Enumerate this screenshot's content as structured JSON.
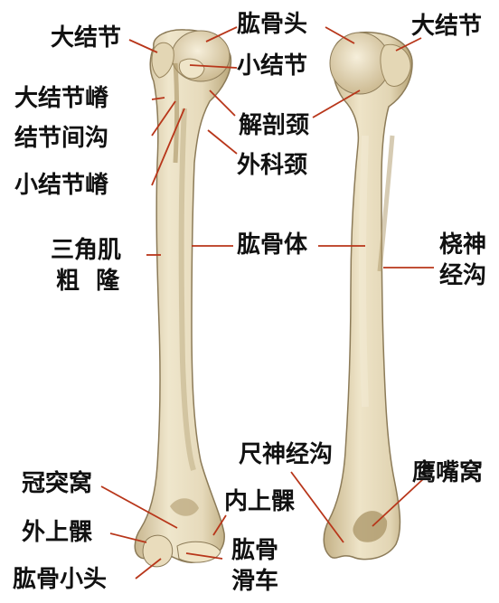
{
  "labels": {
    "greater_tubercle_left": "大结节",
    "head_of_humerus": "肱骨头",
    "greater_tubercle_right": "大结节",
    "lesser_tubercle": "小结节",
    "crest_greater_tubercle": "大结节嵴",
    "intertubercular_groove": "结节间沟",
    "anatomical_neck": "解剖颈",
    "surgical_neck": "外科颈",
    "crest_lesser_tubercle": "小结节嵴",
    "deltoid_tuberosity_line1": "三角肌",
    "deltoid_tuberosity_line2": "粗  隆",
    "body_of_humerus": "肱骨体",
    "radial_groove_line1": "桡神",
    "radial_groove_line2": "经沟",
    "ulnar_groove": "尺神经沟",
    "olecranon_fossa": "鹰嘴窝",
    "coronoid_fossa": "冠突窝",
    "medial_epicondyle": "内上髁",
    "lateral_epicondyle": "外上髁",
    "trochlea_line1": "肱骨",
    "trochlea_line2": "滑车",
    "capitulum": "肱骨小头"
  },
  "colors": {
    "bone": "#e9dfc3",
    "bone_shadow": "#bfae86",
    "bone_outline": "#8c7b58",
    "leader_line": "#b8361a",
    "text": "#111111"
  }
}
